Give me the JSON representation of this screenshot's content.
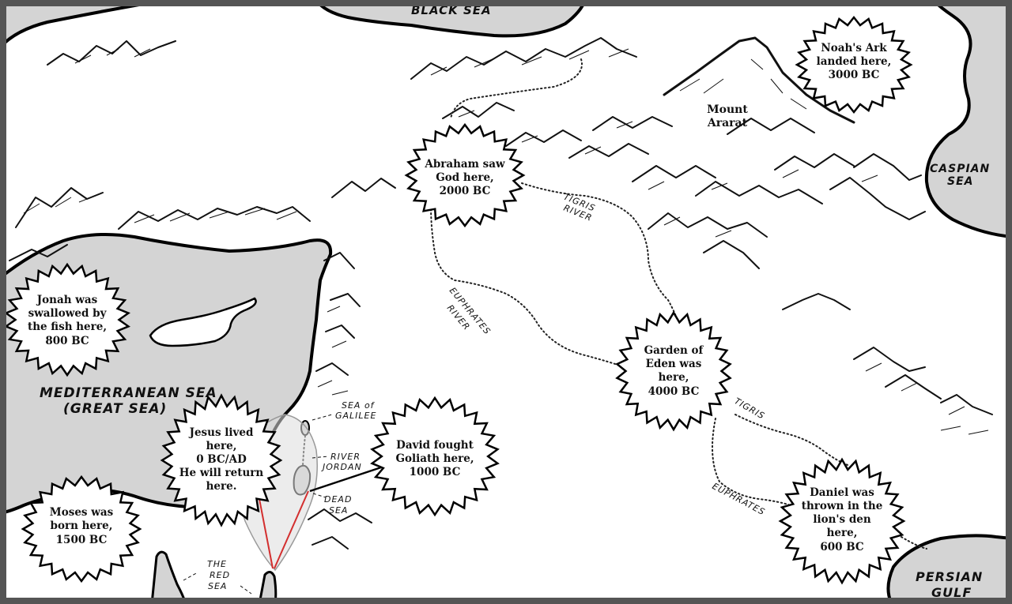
{
  "seas": {
    "black_sea": "BLACK SEA",
    "caspian_sea": [
      "CASPIAN",
      "SEA"
    ],
    "mediterranean": [
      "MEDITERRANEAN SEA",
      "(GREAT SEA)"
    ],
    "persian_gulf": [
      "PERSIAN",
      "GULF"
    ],
    "red_sea": [
      "THE",
      "RED",
      "SEA"
    ],
    "sea_of_galilee": [
      "SEA of",
      "GALILEE"
    ],
    "dead_sea": [
      "DEAD",
      "SEA"
    ]
  },
  "rivers": {
    "tigris_river": [
      "TIGRIS",
      "RIVER"
    ],
    "euphrates_river": [
      "EUPHRATES",
      "RIVER"
    ],
    "tigris": "TIGRIS",
    "euphrates": "EUPHRATES",
    "river_jordan": [
      "RIVER",
      "JORDAN"
    ]
  },
  "mountain": [
    "Mount",
    "Ararat"
  ],
  "events": {
    "noah": [
      "Noah's Ark",
      "landed here,",
      "3000 BC"
    ],
    "abraham": [
      "Abraham saw",
      "God here,",
      "2000 BC"
    ],
    "jonah": [
      "Jonah was",
      "swallowed by",
      "the fish here,",
      "800 BC"
    ],
    "eden": [
      "Garden of",
      "Eden was",
      "here,",
      "4000 BC"
    ],
    "jesus": [
      "Jesus lived",
      "here,",
      "0 BC/AD",
      "He will return",
      "here."
    ],
    "david": [
      "David fought",
      "Goliath here,",
      "1000 BC"
    ],
    "moses": [
      "Moses was",
      "born here,",
      "1500 BC"
    ],
    "daniel": [
      "Daniel was",
      "thrown in the",
      "lion's den",
      "here,",
      "600 BC"
    ]
  },
  "colors": {
    "sea": "#d4d4d4",
    "ink": "#111111",
    "frame": "#555555",
    "pointer": "#d32f2f"
  }
}
